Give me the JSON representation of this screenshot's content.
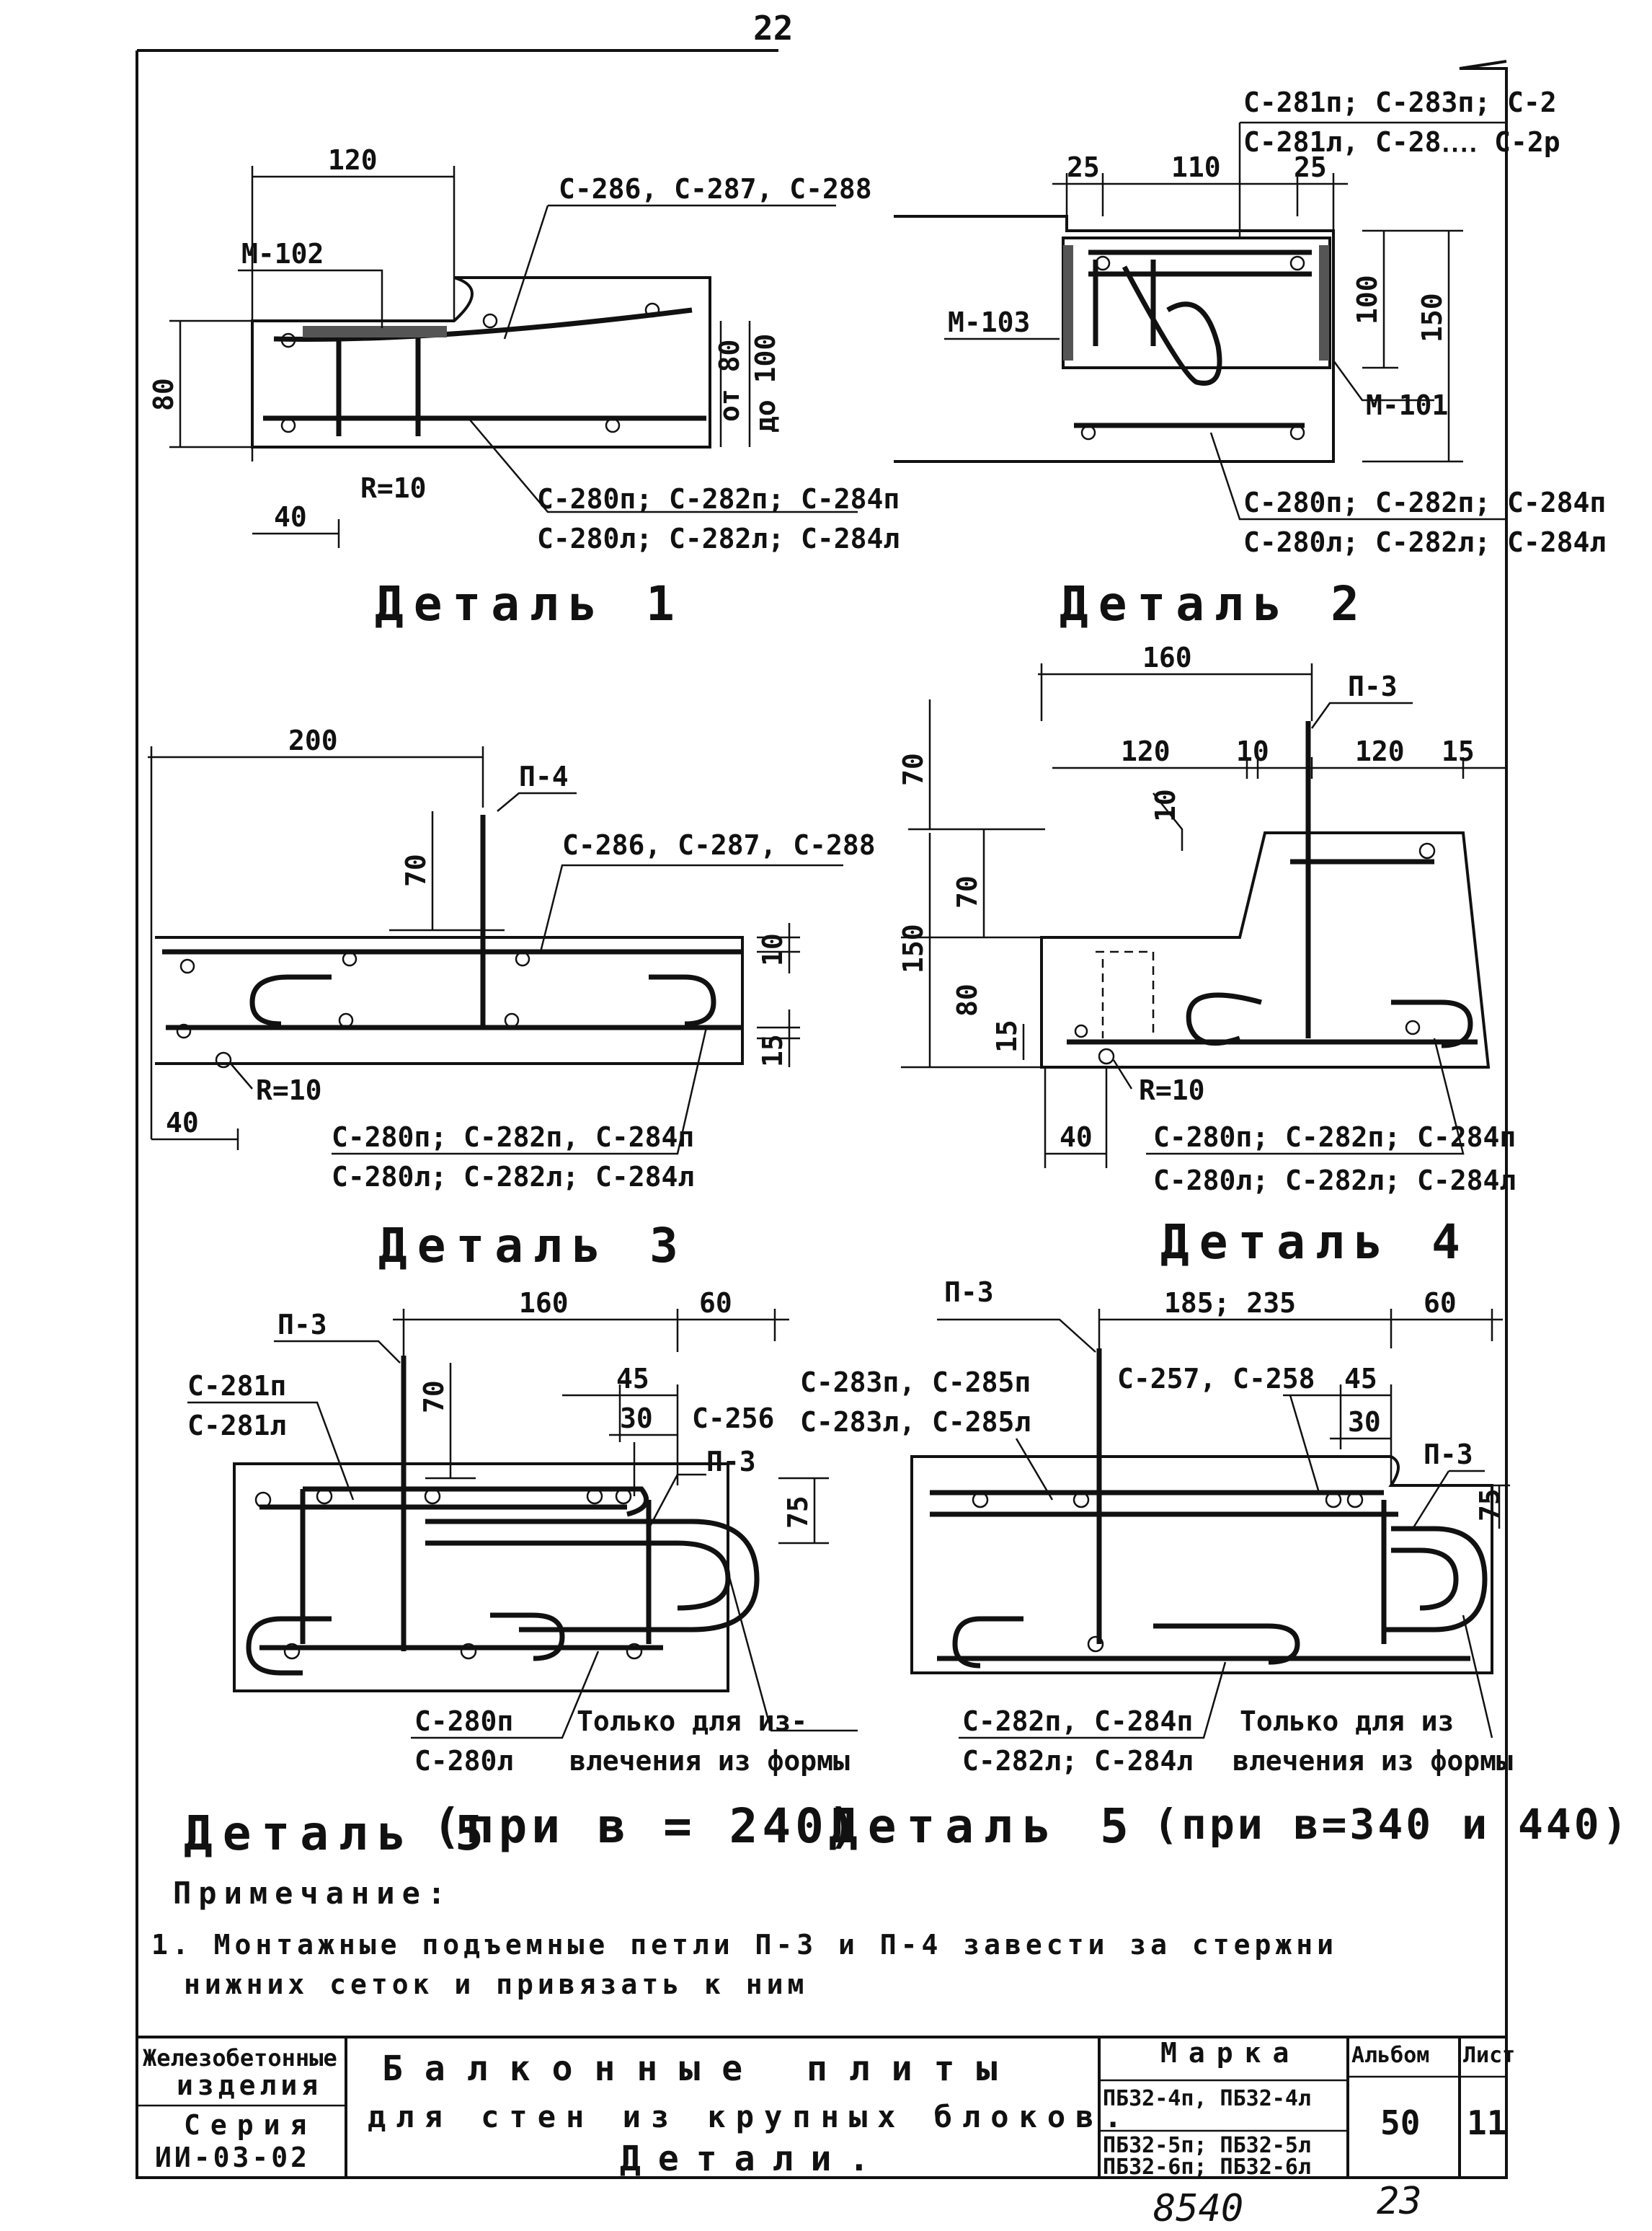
{
  "page_number": "22",
  "details": {
    "d1": {
      "caption": "Деталь 1",
      "dims": [
        "120",
        "80",
        "от 80",
        "до 100",
        "40",
        "R=10"
      ],
      "labels": [
        "М-102",
        "С-286, С-287, С-288",
        "С-280п; С-282п; С-284п",
        "С-280л; С-282л; С-284л"
      ]
    },
    "d2": {
      "caption": "Деталь 2",
      "dims": [
        "25",
        "110",
        "25",
        "100",
        "150"
      ],
      "labels": [
        "С-281п; С-283п; С-2",
        "С-281л, С-28‥‥ С-2р",
        "М-103",
        "М-101",
        "С-280п; С-282п; С-284п",
        "С-280л; С-282л; С-284л"
      ]
    },
    "d3": {
      "caption": "Деталь 3",
      "dims": [
        "200",
        "70",
        "10",
        "15",
        "40",
        "R=10"
      ],
      "labels": [
        "П-4",
        "С-286, С-287, С-288",
        "С-280п; С-282п, С-284п",
        "С-280л; С-282л; С-284л"
      ]
    },
    "d4": {
      "caption": "Деталь 4",
      "dims": [
        "160",
        "120",
        "10",
        "120",
        "15",
        "70",
        "10",
        "70",
        "150",
        "80",
        "15",
        "40",
        "R=10"
      ],
      "labels": [
        "П-3",
        "С-280п; С-282п; С-284п",
        "С-280л; С-282л; С-284л"
      ]
    },
    "d5a": {
      "caption": "Деталь 5",
      "caption_cond": "(при в = 240)",
      "dims": [
        "160",
        "60",
        "45",
        "30",
        "70",
        "75"
      ],
      "labels": [
        "П-3",
        "С-281п",
        "С-281л",
        "С-256",
        "П-3",
        "С-280п",
        "С-280л",
        "Только для из-",
        "влечения из формы"
      ]
    },
    "d5b": {
      "caption": "Деталь 5",
      "caption_cond": "(при в=340 и 440)",
      "dims": [
        "185; 235",
        "60",
        "45",
        "30",
        "75"
      ],
      "labels": [
        "П-3",
        "С-283п, С-285п",
        "С-283л, С-285л",
        "С-257, С-258",
        "П-3",
        "С-282п, С-284п",
        "С-282л; С-284л",
        "Только для из",
        "влечения из формы"
      ]
    }
  },
  "note": {
    "title": "Примечание:",
    "line1": "1. Монтажные подъемные петли П-3 и П-4 завести за стержни",
    "line2": "нижних сеток и привязать к ним"
  },
  "title_block": {
    "org1": "Железобетонные",
    "org2": "изделия",
    "series_label": "Серия",
    "series_value": "ИИ-03-02",
    "title1": "Балконные плиты",
    "title2": "для стен из крупных блоков.",
    "title3": "Детали.",
    "mark_label": "Марка",
    "mark1": "ПБ32-4п, ПБ32-4л",
    "mark2": "ПБ32-5п; ПБ32-5л",
    "mark3": "ПБ32-6п; ПБ32-6л",
    "album_label": "Альбом",
    "album_value": "50",
    "sheet_label": "Лист",
    "sheet_value": "11"
  },
  "handwritten": [
    "8540",
    "23"
  ]
}
